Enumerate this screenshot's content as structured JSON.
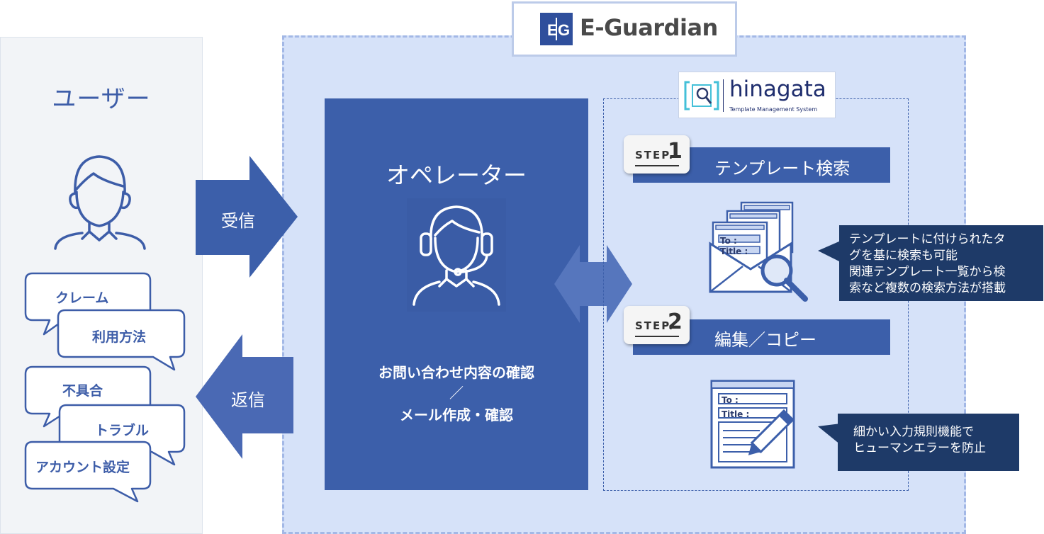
{
  "brand": {
    "name": "E-Guardian",
    "mark": "E|G"
  },
  "user": {
    "title": "ユーザー",
    "icon": "person-icon",
    "bubbles": [
      "クレーム",
      "利用方法",
      "不具合",
      "トラブル",
      "アカウント設定"
    ]
  },
  "flow": {
    "receive_label": "受信",
    "reply_label": "返信"
  },
  "operator": {
    "title": "オペレーター",
    "icon": "headset-operator-icon",
    "line1": "お問い合わせ内容の確認",
    "separator": "／",
    "line2": "メール作成・確認"
  },
  "hinagata": {
    "name": "hinagata",
    "subtitle": "Template Management System",
    "steps": [
      {
        "badge_text": "STEP.",
        "badge_num": "1",
        "title": "テンプレート検索",
        "callout": [
          "テンプレートに付けられたタ",
          "グを基に検索も可能",
          "関連テンプレート一覧から検",
          "索など複数の検索方法が搭載"
        ],
        "illustration": {
          "icon": "mail-templates-search-icon",
          "field_to": "To :",
          "field_title": "Title :"
        }
      },
      {
        "badge_text": "STEP.",
        "badge_num": "2",
        "title": "編集／コピー",
        "callout": [
          "細かい入力規則機能で",
          "ヒューマンエラーを防止"
        ],
        "illustration": {
          "icon": "edit-form-pencil-icon",
          "field_to": "To :",
          "field_title": "Title :"
        }
      }
    ]
  },
  "colors": {
    "primary": "#3c5faa",
    "frame": "#d6e2f9",
    "frame_border": "#a3b8e6",
    "callout": "#1e3a68",
    "user_panel": "#f2f4f7"
  }
}
